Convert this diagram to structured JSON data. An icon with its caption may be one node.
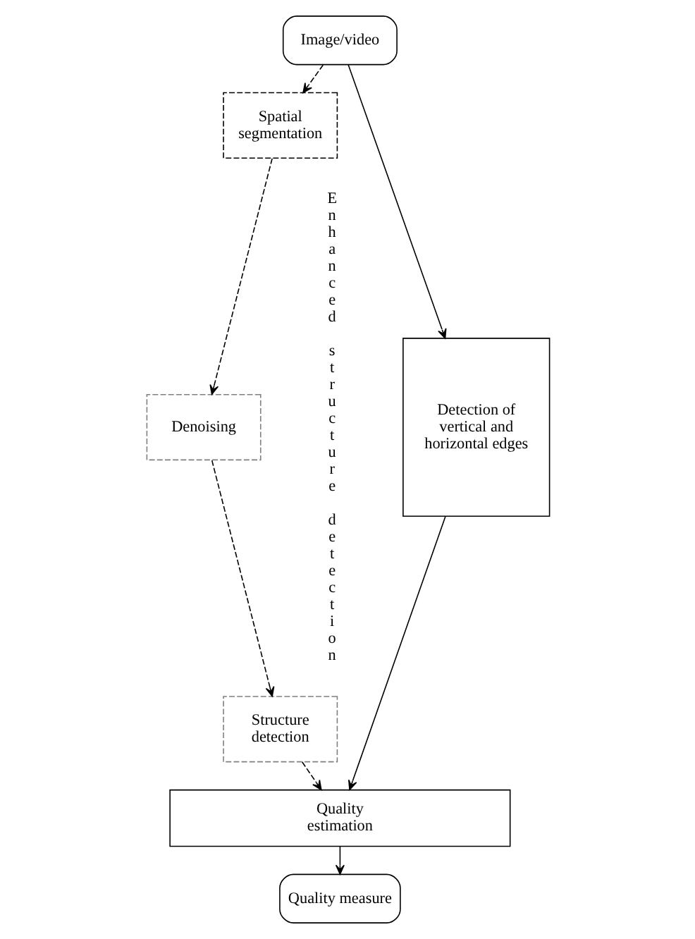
{
  "diagram": {
    "nodes": [
      {
        "text": [
          "Image/video"
        ]
      },
      {
        "text": [
          "Spatial segmentation"
        ]
      },
      {
        "text": [
          "Denoising"
        ]
      },
      {
        "text": [
          "Structure detection"
        ]
      },
      {
        "text": [
          "Detection of vertical and horizontal edges"
        ]
      },
      {
        "text": [
          "Quality estimation"
        ]
      },
      {
        "text": [
          "Quality measure"
        ]
      }
    ],
    "edges": [
      {
        "from": 0,
        "to": 1,
        "arrow": "to",
        "style": "dashed"
      },
      {
        "from": 0,
        "to": 4,
        "arrow": "to"
      },
      {
        "from": 1,
        "to": 2,
        "arrow": "to",
        "style": "dashed"
      },
      {
        "from": 2,
        "to": 3,
        "arrow": "to",
        "style": "dashed"
      },
      {
        "from": 3,
        "to": 5,
        "arrow": "to",
        "style": "dashed"
      },
      {
        "from": 4,
        "to": 5,
        "arrow": "to"
      },
      {
        "from": 5,
        "to": 6,
        "arrow": "to"
      }
    ],
    "labels": [
      "Enhanced structure detection"
    ]
  }
}
